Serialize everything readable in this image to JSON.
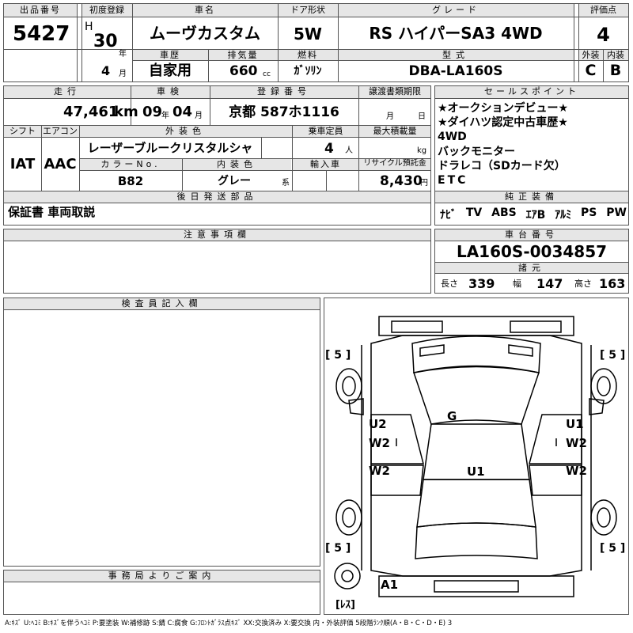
{
  "lot": {
    "label": "出品番号",
    "value": "5427"
  },
  "first_reg": {
    "label": "初度登録",
    "era": "H",
    "year": "30",
    "year_unit": "年",
    "month": "4",
    "month_unit": "月"
  },
  "car_name": {
    "label": "車名",
    "value": "ムーヴカスタム"
  },
  "doors": {
    "label": "ドア形状",
    "value": "5W"
  },
  "grade": {
    "label": "グレード",
    "value": "RS ハイパーSA3 4WD"
  },
  "score": {
    "label": "評価点",
    "value": "4",
    "exterior_label": "外装",
    "exterior": "C",
    "interior_label": "内装",
    "interior": "B"
  },
  "history": {
    "label": "車歴",
    "value": "自家用"
  },
  "displacement": {
    "label": "排気量",
    "value": "660",
    "unit": "cc"
  },
  "fuel": {
    "label": "燃料",
    "value": "ｶﾞｿﾘﾝ"
  },
  "model_code": {
    "label": "型式",
    "value": "DBA-LA160S"
  },
  "mileage": {
    "label": "走行",
    "value": "47,461",
    "unit": "km"
  },
  "inspection": {
    "label": "車検",
    "year": "09",
    "year_unit": "年",
    "month": "04",
    "month_unit": "月"
  },
  "plate": {
    "label": "登録番号",
    "value": "京都 587ホ1116"
  },
  "transfer": {
    "label": "譲渡書類期限",
    "month_unit": "月",
    "day_unit": "日"
  },
  "shift": {
    "label": "シフト",
    "value": "IAT"
  },
  "aircon": {
    "label": "エアコン",
    "value": "AAC"
  },
  "ext_color": {
    "label": "外装色",
    "value": "レーザーブルークリスタルシャ"
  },
  "capacity": {
    "label": "乗車定員",
    "value": "4",
    "unit": "人"
  },
  "max_load": {
    "label": "最大積載量",
    "unit": "kg"
  },
  "color_no": {
    "label": "カラーNo.",
    "value": "B82"
  },
  "int_color": {
    "label": "内装色",
    "value": "グレー",
    "suffix": "系"
  },
  "import": {
    "label": "輸入車"
  },
  "recycle": {
    "label": "リサイクル預託金",
    "value": "8,430",
    "unit": "円"
  },
  "later_parts": {
    "label": "後日発送部品",
    "value": "保証書 車両取説"
  },
  "sales_points": {
    "label": "セールスポイント",
    "lines": [
      "★オークションデビュー★",
      "★ダイハツ認定中古車歴★",
      "4WD",
      "バックモニター",
      "ドラレコ（SDカード欠）",
      "ETC"
    ]
  },
  "equipment": {
    "label": "純正装備",
    "items": [
      "ﾅﾋﾞ",
      "TV",
      "ABS",
      "ｴｱB",
      "ｱﾙﾐ",
      "PS",
      "PW"
    ]
  },
  "notes": {
    "label": "注意事項欄"
  },
  "chassis": {
    "label": "車台番号",
    "value": "LA160S-0034857"
  },
  "dims": {
    "label": "諸元",
    "length_label": "長さ",
    "length": "339",
    "width_label": "幅",
    "width": "147",
    "height_label": "高さ",
    "height": "163"
  },
  "inspector": {
    "label": "検査員記入欄"
  },
  "office": {
    "label": "事務局よりご案内"
  },
  "diagram": {
    "tire_marks": [
      "[ 5 ]",
      "[ 5 ]",
      "[ 5 ]",
      "[ 5 ]"
    ],
    "marks": [
      "G",
      "U2",
      "W2",
      "U1",
      "W2",
      "W2",
      "U1",
      "W2",
      "A1"
    ],
    "spare": "[ﾚｽ]"
  },
  "legend": "A:ｷｽﾞ U:ﾍｺﾐ B:ｷｽﾞを伴うﾍｺﾐ P:要塗装 W:補修跡 S:錆 C:腐食 G:ﾌﾛﾝﾄｶﾞﾗｽ点ｷｽﾞ XX:交換済み X:要交換 内・外装評価 5段階ﾗﾝｸ順(A・B・C・D・E) 3"
}
